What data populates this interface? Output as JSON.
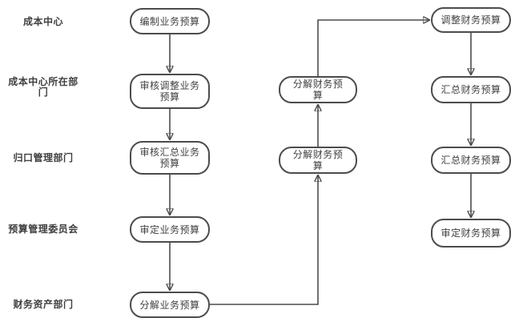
{
  "diagram": {
    "type": "flowchart",
    "language": "zh-CN",
    "colors": {
      "stroke": "#4c4c4c",
      "text": "#3f3f3f",
      "node_fill": "#ffffff",
      "background": "#ffffff"
    },
    "lanes": [
      {
        "label": "成本中心"
      },
      {
        "label": "成本中心所在部门"
      },
      {
        "label": "归口管理部门"
      },
      {
        "label": "预算管理委员会"
      },
      {
        "label": "财务资产部门"
      }
    ],
    "nodes": [
      {
        "id": "compile-business-budget",
        "label": "编制业务预算"
      },
      {
        "id": "review-adjust-business-budget",
        "label": "审核调整业务预算"
      },
      {
        "id": "review-summarize-business-budget",
        "label": "审核汇总业务预算"
      },
      {
        "id": "approve-business-budget",
        "label": "审定业务预算"
      },
      {
        "id": "decompose-business-budget",
        "label": "分解业务预算"
      },
      {
        "id": "decompose-financial-budget-lower",
        "label": "分解财务预算"
      },
      {
        "id": "decompose-financial-budget-upper",
        "label": "分解财务预算"
      },
      {
        "id": "adjust-financial-budget",
        "label": "调整财务预算"
      },
      {
        "id": "summarize-financial-budget-upper",
        "label": "汇总财务预算"
      },
      {
        "id": "summarize-financial-budget-lower",
        "label": "汇总财务预算"
      },
      {
        "id": "approve-financial-budget",
        "label": "审定财务预算"
      }
    ],
    "edges": [
      {
        "from": "compile-business-budget",
        "to": "review-adjust-business-budget"
      },
      {
        "from": "review-adjust-business-budget",
        "to": "review-summarize-business-budget"
      },
      {
        "from": "review-summarize-business-budget",
        "to": "approve-business-budget"
      },
      {
        "from": "approve-business-budget",
        "to": "decompose-business-budget"
      },
      {
        "from": "decompose-business-budget",
        "to": "decompose-financial-budget-lower"
      },
      {
        "from": "decompose-financial-budget-lower",
        "to": "decompose-financial-budget-upper"
      },
      {
        "from": "decompose-financial-budget-upper",
        "to": "adjust-financial-budget"
      },
      {
        "from": "adjust-financial-budget",
        "to": "summarize-financial-budget-upper"
      },
      {
        "from": "summarize-financial-budget-upper",
        "to": "summarize-financial-budget-lower"
      },
      {
        "from": "summarize-financial-budget-lower",
        "to": "approve-financial-budget"
      }
    ]
  }
}
